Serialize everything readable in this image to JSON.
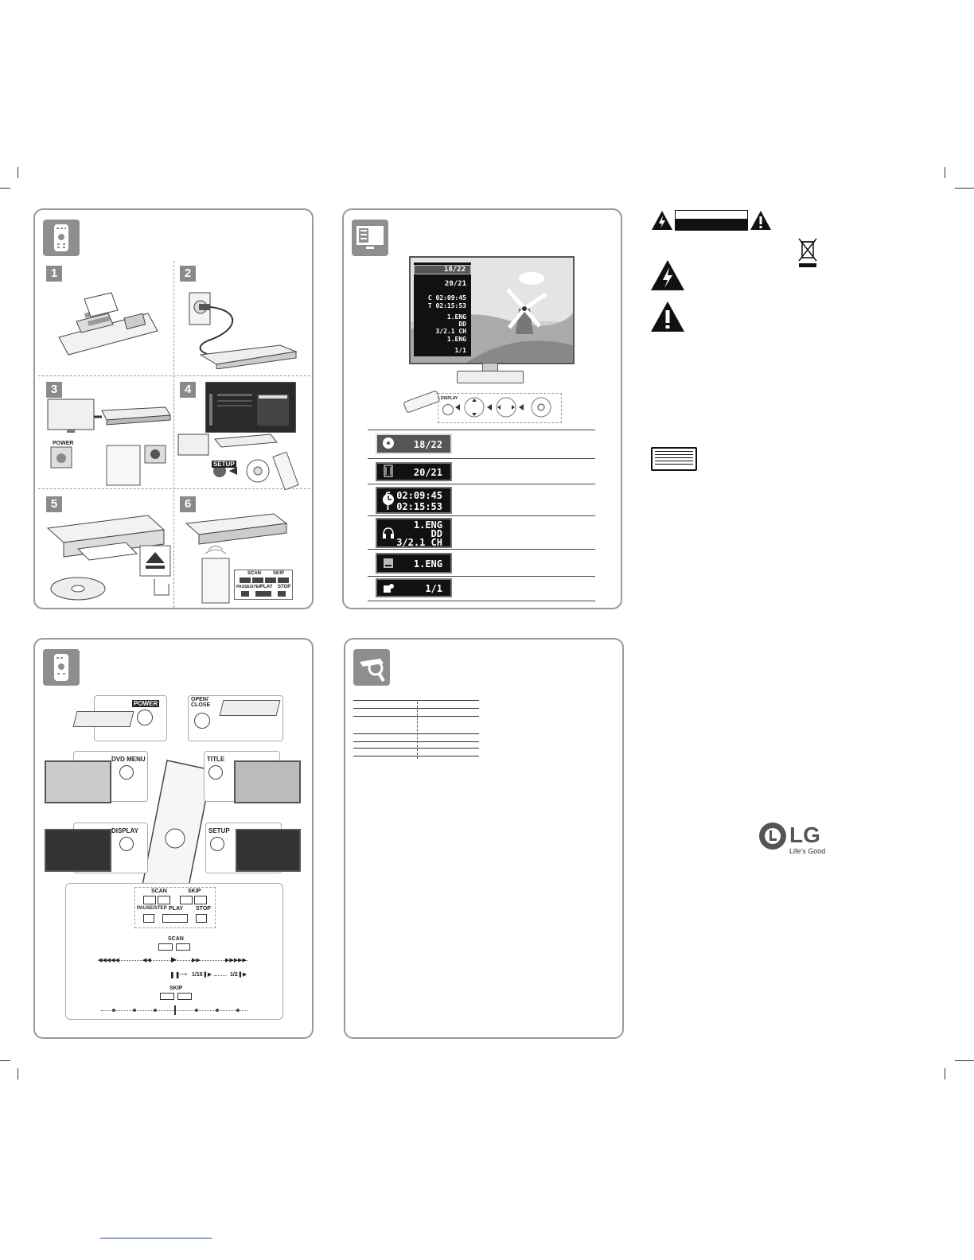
{
  "colors": {
    "panel_border": "#999999",
    "icon_bg": "#8e8e8e",
    "osd_bg": "#111111"
  },
  "quick_setup": {
    "steps": [
      "1",
      "2",
      "3",
      "4",
      "5",
      "6"
    ],
    "labels": {
      "power": "POWER",
      "setup": "SETUP",
      "scan": "SCAN",
      "skip": "SKIP",
      "pause_step": "PAUSE/STEP",
      "play": "PLAY",
      "stop": "STOP"
    }
  },
  "display_panel": {
    "button": "DISPLAY",
    "rows": [
      {
        "icon": "disc-title-icon",
        "line1": "18/22",
        "line2": ""
      },
      {
        "icon": "film-chapter-icon",
        "line1": "20/21",
        "line2": ""
      },
      {
        "icon": "clock-icon",
        "line1": "C 02:09:45",
        "line2": "T 02:15:53"
      },
      {
        "icon": "headphones-icon",
        "line1": "1.ENG",
        "line2": "DD",
        "line3": "3/2.1 CH"
      },
      {
        "icon": "subtitle-icon",
        "line1": "1.ENG",
        "line2": ""
      },
      {
        "icon": "angle-icon",
        "line1": "1/1",
        "line2": ""
      }
    ]
  },
  "remote_panel": {
    "labels": {
      "power": "POWER",
      "open_close": "OPEN/ CLOSE",
      "dvd_menu": "DVD MENU",
      "title": "TITLE",
      "display": "DISPLAY",
      "setup": "SETUP",
      "scan": "SCAN",
      "skip": "SKIP",
      "pause_step": "PAUSE/STEP",
      "play": "PLAY",
      "stop": "STOP"
    },
    "scan_speeds": {
      "slow_1": "1/16",
      "slow_2": "1/2"
    }
  },
  "brand": {
    "logo": "LG",
    "tagline": "Life's Good"
  }
}
